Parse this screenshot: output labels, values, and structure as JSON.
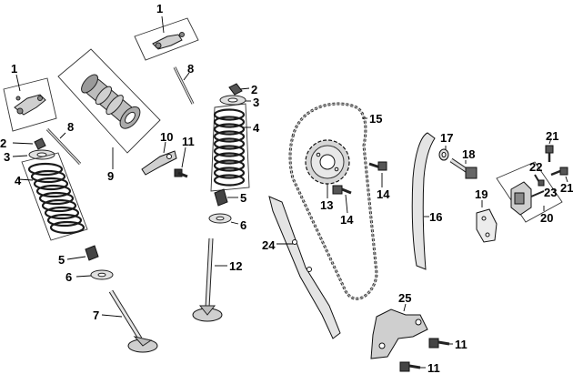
{
  "callouts": {
    "c1a": "1",
    "c1b": "1",
    "c2a": "2",
    "c2b": "2",
    "c3a": "3",
    "c3b": "3",
    "c4a": "4",
    "c4b": "4",
    "c5a": "5",
    "c5b": "5",
    "c6a": "6",
    "c6b": "6",
    "c7": "7",
    "c8a": "8",
    "c8b": "8",
    "c9": "9",
    "c10": "10",
    "c11a": "11",
    "c11b": "11",
    "c11c": "11",
    "c12": "12",
    "c13": "13",
    "c14a": "14",
    "c14b": "14",
    "c15": "15",
    "c16": "16",
    "c17": "17",
    "c18": "18",
    "c19": "19",
    "c20": "20",
    "c21a": "21",
    "c21b": "21",
    "c22": "22",
    "c23": "23",
    "c24": "24",
    "c25": "25"
  },
  "colors": {
    "line": "#000000",
    "part_fill": "#d9d9d9",
    "part_dark": "#7a7a7a",
    "background": "#ffffff"
  }
}
